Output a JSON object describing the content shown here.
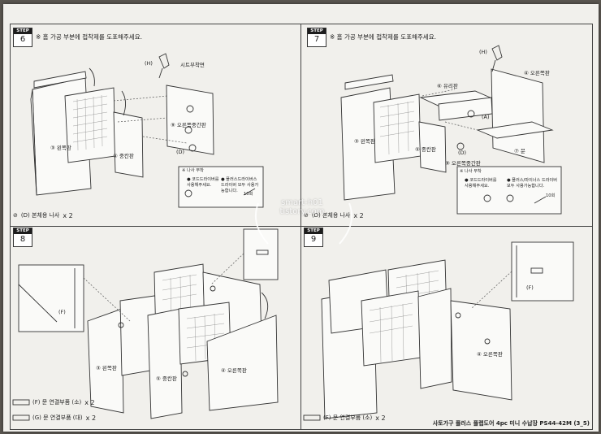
{
  "step6": {
    "badge": "STEP",
    "number": "6",
    "instruction": "※ 홈 가공 부분에 접착제를 도포해주세요.",
    "labels": {
      "glue": "(H)",
      "rear": "시트부착면",
      "left": "③ 왼쪽판",
      "mid": "⑤ 중칸판",
      "right_mid": "⑨ 오른쪽중간판",
      "d": "(D)"
    },
    "note": {
      "title": "※ 나사 부착",
      "a": "● 코드드라이버를 사용해주세요.",
      "b": "● 플러스드라이버스 드라이버 모두 사용가능합니다.",
      "c": "10회"
    },
    "parts": {
      "label": "(D) 본체용 나사",
      "qty": "x 2"
    }
  },
  "step7": {
    "badge": "STEP",
    "number": "7",
    "instruction": "※ 홈 가공 부분에 접착제를 도포해주세요.",
    "labels": {
      "glue": "(H)",
      "right": "④ 오른쪽판",
      "shelf": "⑥ 유리판",
      "a": "(A)",
      "left": "③ 왼쪽판",
      "mid": "⑤ 중칸판",
      "d": "(D)",
      "right_mid": "⑨ 오른쪽중간판",
      "door": "⑦ 문"
    },
    "note": {
      "title": "※ 나사 부착",
      "a": "● 코드드라이버를 사용해주세요.",
      "b": "● 플러스/마이너스 드라이버 모두 사용가능합니다.",
      "c": "10회"
    },
    "parts": {
      "label": "(D) 본체용 나사",
      "qty": "x 2"
    }
  },
  "step8": {
    "badge": "STEP",
    "number": "8",
    "labels": {
      "f": "(F)",
      "left": "③ 왼쪽판",
      "mid": "⑤ 중칸판",
      "right": "④ 오른쪽판"
    },
    "parts": [
      {
        "label": "(F) 문 연결부품 (소)",
        "qty": "x 2"
      },
      {
        "label": "(G) 문 연결부품 (대)",
        "qty": "x 2"
      }
    ]
  },
  "step9": {
    "badge": "STEP",
    "number": "9",
    "labels": {
      "f": "(F)",
      "right": "④ 오른쪽판"
    },
    "parts": {
      "label": "(F) 문 연결부품 (소)",
      "qty": "x 2"
    }
  },
  "footer": "사토가구 플러스 플랩도어 4pc 미니 수납장 PS44-42M (3_5)",
  "watermark": {
    "line1": "smart-h01",
    "line2": "tistory.com"
  }
}
